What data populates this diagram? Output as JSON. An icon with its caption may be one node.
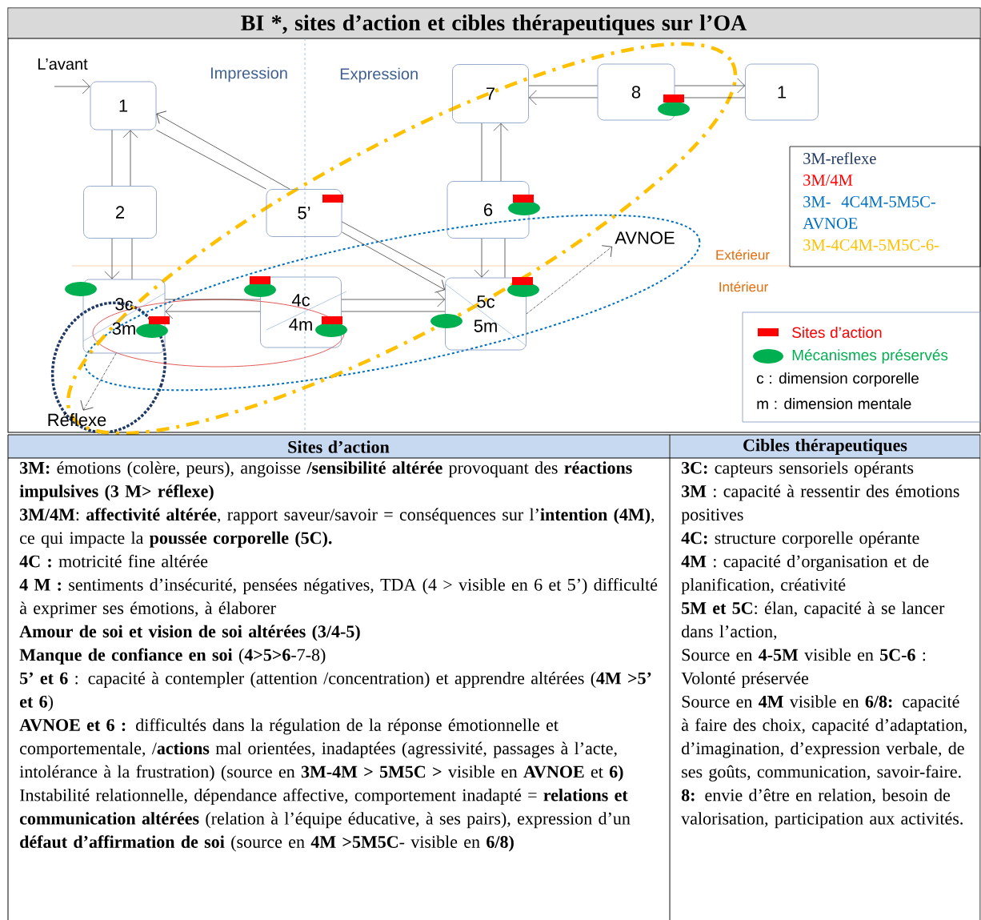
{
  "diagram": {
    "title": "BI *, sites d’action et cibles thérapeutiques sur l’OA",
    "nodes": [
      {
        "text": [
          "1"
        ]
      },
      {
        "text": [
          "2"
        ]
      },
      {
        "text": [
          "5’"
        ]
      },
      {
        "text": [
          "3c",
          "3m"
        ]
      },
      {
        "text": [
          "4c",
          "4m"
        ]
      },
      {
        "text": [
          "5c",
          "5m"
        ]
      },
      {
        "text": [
          "6"
        ]
      },
      {
        "text": [
          "7"
        ]
      },
      {
        "text": [
          "8"
        ]
      },
      {
        "text": [
          "1"
        ]
      },
      {
        "text": [
          "AVNOE"
        ]
      },
      {
        "text": [
          "Réflexe"
        ]
      }
    ],
    "edges": [
      {
        "from": null,
        "to": 0,
        "arrow": "to"
      },
      {
        "from": 0,
        "to": 1,
        "arrow": "none"
      },
      {
        "from": 1,
        "to": 3,
        "arrow": "to"
      },
      {
        "from": 3,
        "to": 1,
        "arrow": "none"
      },
      {
        "from": 1,
        "to": 0,
        "arrow": "to"
      },
      {
        "from": 2,
        "to": 0,
        "arrow": "to"
      },
      {
        "from": 0,
        "to": 2,
        "arrow": "none"
      },
      {
        "from": 2,
        "to": 5,
        "arrow": "to"
      },
      {
        "from": 2,
        "to": 5,
        "arrow": "none"
      },
      {
        "from": 4,
        "to": 5,
        "arrow": "to"
      },
      {
        "from": 5,
        "to": 4,
        "arrow": "none"
      },
      {
        "from": 4,
        "to": 3,
        "arrow": "to"
      },
      {
        "from": 3,
        "to": 4,
        "arrow": "none"
      },
      {
        "from": 6,
        "to": 5,
        "arrow": "to"
      },
      {
        "from": 5,
        "to": 6,
        "arrow": "none"
      },
      {
        "from": 6,
        "to": 7,
        "arrow": "to"
      },
      {
        "from": 7,
        "to": 6,
        "arrow": "none"
      },
      {
        "from": 8,
        "to": 7,
        "arrow": "to"
      },
      {
        "from": 7,
        "to": 8,
        "arrow": "none"
      },
      {
        "from": 8,
        "to": 9,
        "arrow": "to"
      },
      {
        "from": 9,
        "to": 8,
        "arrow": "none"
      },
      {
        "from": 3,
        "to": 11,
        "arrow": "to",
        "style": "dashed"
      },
      {
        "from": 5,
        "to": 10,
        "arrow": "to",
        "style": "dashed"
      }
    ],
    "labels": [
      "L’avant",
      "Impression",
      "Expression",
      "Extérieur",
      "Intérieur",
      "c : dimension corporelle",
      "m : dimension mentale",
      "Sites d’action",
      "Cibles thérapeutiques",
      "**3M:** émotions (colère, peurs), angoisse **/sensibilité altérée** provoquant des **réactions impulsives (3 M> réflexe)**",
      "**3M/4M**: **affectivité altérée**, rapport saveur/savoir = conséquences sur l’**intention (4M)**, ce qui impacte la **poussée corporelle (5C).**",
      "**4C :** motricité fine altérée",
      "**4 M :** sentiments d’insécurité, pensées négatives, TDA (4 > visible en 6 et 5’) difficulté à exprimer ses émotions, à élaborer",
      "**Amour de soi et vision de soi altérées (3/4-5)**",
      "**Manque de confiance en soi** (**4>5>6**-7-8)",
      "**5’ et 6** : capacité à contempler (attention /concentration) et apprendre altérées (**4M >5’ et 6**)",
      "**AVNOE et 6 :** difficultés dans la régulation de la réponse émotionnelle et comportementale, /**actions** mal orientées, inadaptées (agressivité, passages à l’acte, intolérance à la frustration) (source en **3M-4M > 5M5C >** visible en **AVNOE** et **6)**",
      "Instabilité relationnelle, dépendance affective, comportement inadapté = **relations et communication altérées** (relation à l’équipe éducative, à ses pairs), expression d’un **défaut d’affirmation de soi** (source en **4M >5M5C**- visible en **6/8)**",
      "**3C:** capteurs sensoriels opérants",
      "**3M** : capacité à ressentir des émotions positives",
      "**4C:** structure corporelle opérante",
      "**4M** : capacité d’organisation et de planification, créativité",
      "**5M et 5C**: élan, capacité à se lancer dans l’action,",
      "Source en **4-5M** visible en **5C-6** : Volonté préservée",
      "Source en **4M** visible en **6/8:** capacité à faire des choix, capacité d’adaptation, d’imagination, d’expression verbale, de ses goûts, communication, savoir-faire.",
      "**8:** envie d’être en relation, besoin de valorisation, participation aux activités."
    ],
    "legend": [
      {
        "text": "3M-reflexe",
        "color": "#1f3864"
      },
      {
        "text": "3M/4M",
        "color": "#ff0000"
      },
      {
        "text": "3M- 4C4M-5M5C- AVNOE",
        "color": "#0070c0"
      },
      {
        "text": "3M-4C4M-5M5C-6-",
        "color": "#ffc000"
      },
      {
        "text": "Sites d’action",
        "color": "#ff0000"
      },
      {
        "text": "Mécanismes préservés",
        "color": "#00b050"
      }
    ]
  }
}
